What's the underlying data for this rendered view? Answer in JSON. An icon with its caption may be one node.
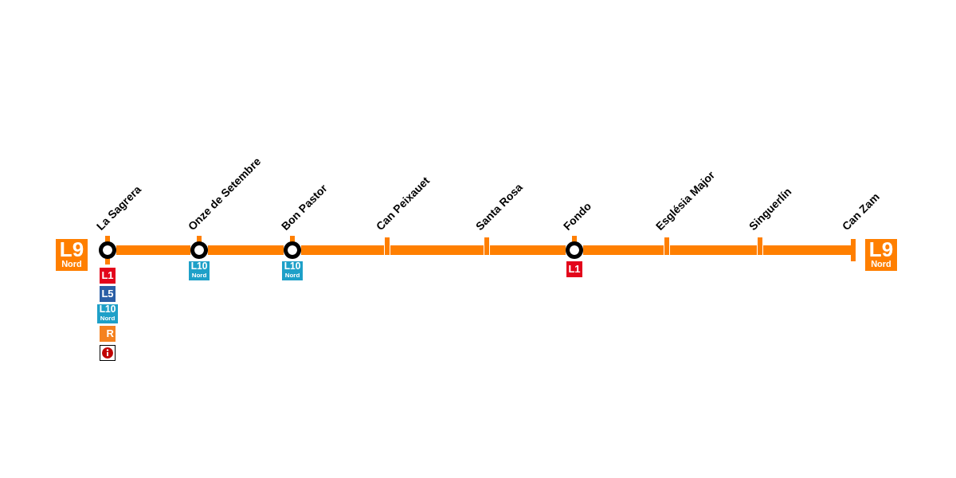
{
  "diagram": {
    "nodes": [
      {
        "text": [
          "L9",
          "Nord"
        ]
      },
      {
        "text": [
          "La Sagrera"
        ]
      },
      {
        "text": [
          "Onze de Setembre"
        ]
      },
      {
        "text": [
          "Bon Pastor"
        ]
      },
      {
        "text": [
          "Can Peixauet"
        ]
      },
      {
        "text": [
          "Santa Rosa"
        ]
      },
      {
        "text": [
          "Fondo"
        ]
      },
      {
        "text": [
          "Església Major"
        ]
      },
      {
        "text": [
          "Singuerlín"
        ]
      },
      {
        "text": [
          "Can Zam"
        ]
      },
      {
        "text": [
          "L9",
          "Nord"
        ]
      },
      {
        "text": [
          "L1"
        ]
      },
      {
        "text": [
          "L5"
        ]
      },
      {
        "text": [
          "L10",
          "Nord"
        ]
      },
      {
        "text": [
          "R"
        ]
      },
      {
        "text": [
          "L10",
          "Nord"
        ]
      },
      {
        "text": [
          "L10",
          "Nord"
        ]
      },
      {
        "text": [
          "L1"
        ]
      }
    ],
    "edges": [
      {
        "from": 1,
        "to": 2,
        "arrow": "none"
      },
      {
        "from": 2,
        "to": 3,
        "arrow": "none"
      },
      {
        "from": 3,
        "to": 4,
        "arrow": "none"
      },
      {
        "from": 4,
        "to": 5,
        "arrow": "none"
      },
      {
        "from": 5,
        "to": 6,
        "arrow": "none"
      },
      {
        "from": 6,
        "to": 7,
        "arrow": "none"
      },
      {
        "from": 7,
        "to": 8,
        "arrow": "none"
      },
      {
        "from": 8,
        "to": 9,
        "arrow": "none"
      }
    ]
  }
}
